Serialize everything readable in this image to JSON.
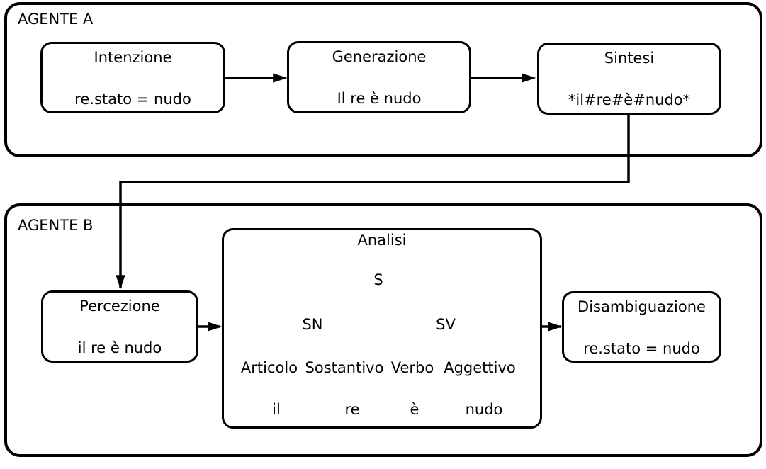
{
  "canvas": {
    "background": "#ffffff",
    "ink": "#000000"
  },
  "agent_a": {
    "label": "AGENTE A",
    "nodes": {
      "intenzione": {
        "title": "Intenzione",
        "value": "re.stato = nudo"
      },
      "generazione": {
        "title": "Generazione",
        "value": "Il re è nudo"
      },
      "sintesi": {
        "title": "Sintesi",
        "value": "*il#re#è#nudo*"
      }
    }
  },
  "agent_b": {
    "label": "AGENTE B",
    "nodes": {
      "percezione": {
        "title": "Percezione",
        "value": "il re è nudo"
      },
      "analisi": {
        "title": "Analisi"
      },
      "disambiguazione": {
        "title": "Disambiguazione",
        "value": "re.stato = nudo"
      }
    },
    "tree": {
      "root": "S",
      "sn": "SN",
      "sv": "SV",
      "articolo": "Articolo",
      "sostantivo": "Sostantivo",
      "verbo": "Verbo",
      "aggettivo": "Aggettivo",
      "t_il": "il",
      "t_re": "re",
      "t_e": "è",
      "t_nudo": "nudo"
    }
  }
}
